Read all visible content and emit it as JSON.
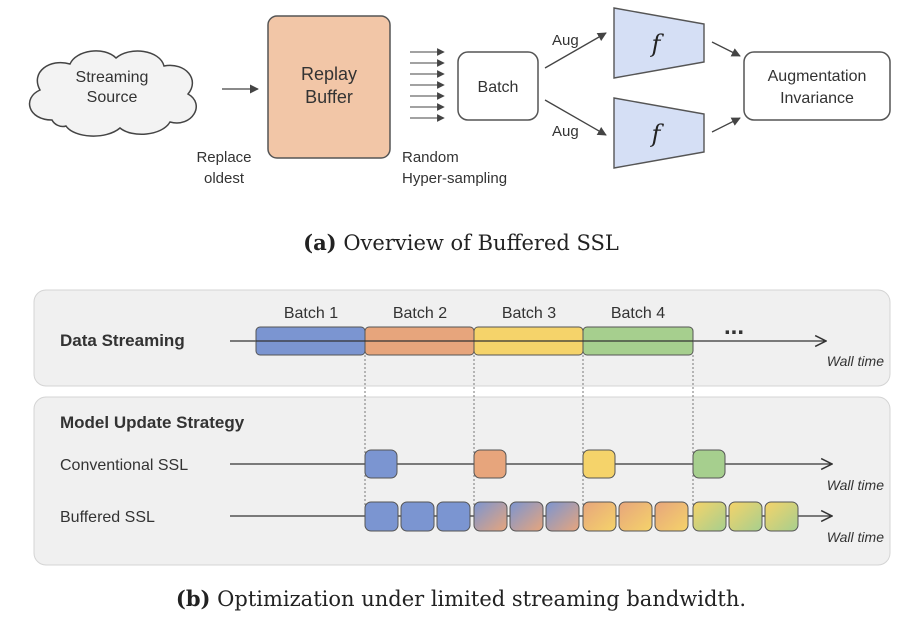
{
  "top": {
    "source": [
      "Streaming",
      "Source"
    ],
    "buffer": [
      "Replay",
      "Buffer"
    ],
    "replace": [
      "Replace",
      "oldest"
    ],
    "sampling": [
      "Random",
      "Hyper-sampling"
    ],
    "batch": "Batch",
    "aug_top": "Aug",
    "aug_bottom": "Aug",
    "encoder": "f",
    "invariance": [
      "Augmentation",
      "Invariance"
    ],
    "caption_bold": "(a)",
    "caption_text": "Overview of Buffered SSL"
  },
  "bottom": {
    "data_streaming": "Data Streaming",
    "batches": [
      "Batch 1",
      "Batch 2",
      "Batch 3",
      "Batch 4"
    ],
    "ellipsis": "...",
    "wall_time": "Wall time",
    "strategy_title": "Model Update Strategy",
    "conventional": "Conventional SSL",
    "buffered": "Buffered SSL",
    "caption_bold": "(b)",
    "caption_text": "Optimization under limited streaming bandwidth."
  },
  "colors": {
    "blue": "#7b95d1",
    "orange": "#e7a57c",
    "yellow": "#f5d36a",
    "green": "#a6cf8e",
    "buffer": "#f2c6a7",
    "encoder": "#d5dff5",
    "panel": "#f0f0f0"
  }
}
